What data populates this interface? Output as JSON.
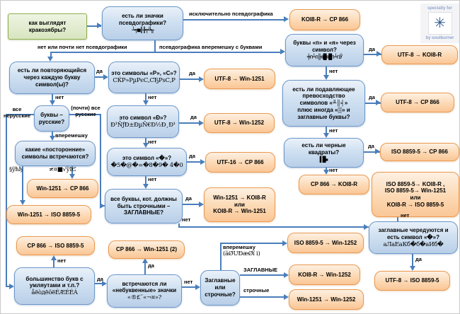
{
  "credit": {
    "top": "specially for",
    "bottom": "by soulburner",
    "blob": "✳"
  },
  "labels": {
    "yes": "да",
    "no": "нет",
    "excl": "исключительно псевдографика",
    "no_pseudo": "нет или почти нет псевдографики",
    "mixed_pseudo": "псевдографика вперемешку с буквами",
    "all_nonrussian": [
      "все",
      "нерусские"
    ],
    "almost_russian": [
      "(почти) все",
      "русские"
    ],
    "mixed": "вперемешку",
    "ex_left": "§ÿћђ",
    "ex_right": "≠¤■√ÿІЄ",
    "mixed_case": [
      "вперемешку",
      "(äØUÐæØï i)"
    ],
    "uppercase": "ЗАГЛАВНЫЕ",
    "lowercase": "строчные"
  },
  "nodes": {
    "start": {
      "l1": "как выглядят",
      "l2": "кракозябры?"
    },
    "q_pseudo": {
      "l1": "есть ли значки",
      "l2": "псевдографики?",
      "g": "┴╤■╟╫╤╚╥"
    },
    "q_pya": {
      "l1": "буквы «п» и «я» через",
      "l2": "символ?",
      "g": "╪п┴п╟я█я█п┴пЎ"
    },
    "q_dominance": {
      "l1": "есть ли подавляющее",
      "l2": "превосходство",
      "l3": "символов «╨║╡»",
      "l4": "плюс иногда «▒» и",
      "l5": "заглавные буквы?"
    },
    "q_blacksq": {
      "l1": "есть ли черные",
      "l2": "квадраты?",
      "g": "▌█▪"
    },
    "q_alternate": {
      "l1": "заглавные чередуются и",
      "l2": "есть символ «�»?",
      "m": "аЛаЕаКб�б�аИб�"
    },
    "q_repeat": {
      "l1": "есть ли повторяющийся",
      "l2": "через каждую букву",
      "l3": "символ(ы)?"
    },
    "q_rc": {
      "l1": "это символы «Р», «С»?",
      "m": "СЌР»РµРєС‚СЂРѕС‚Р"
    },
    "q_d": {
      "l1": "это символ «Ð»?",
      "m": "Ð¹ÑƒÐ±ÐµÑ€Ð½Ð¸Ð¹"
    },
    "q_diamond": {
      "l1": "это символ «�»?",
      "m": "�5�@�=�8�9� 4�0"
    },
    "q_russian": {
      "l1": "буквы –",
      "l2": "русские?"
    },
    "q_foreign": {
      "l1": "какие «посторонние»",
      "l2": "символы встречаются?"
    },
    "q_upper": {
      "l1": "все буквы, кот. должны",
      "l2": "быть строчными –",
      "l3": "ЗАГЛАВНЫЕ?"
    },
    "q_umlaut": {
      "l1": "большинство букв с",
      "l2": "умляутами и т.п.?",
      "m": "åёòдёöёÉÆÉÉÁ"
    },
    "q_nonletter": {
      "l1": "встречаются ли",
      "l2": "«небуквенные» значки",
      "m": "«®£¨«¬¤»?"
    },
    "q_case": {
      "l1": "Заглавные",
      "l2": "или",
      "l3": "строчные?"
    }
  },
  "results": {
    "r1": "KOI8-R → CP 866",
    "r2": "UTF-8 → KOI8-R",
    "r3": "UTF-8 → CP 866",
    "r4": "ISO 8859-5 → CP 866",
    "r5": "CP 866 → KOI8-R",
    "r6": {
      "l1": "ISO 8859-5→ KOI8-R ,",
      "l2": "ISO 8859-5→ Win-1251",
      "l3": "или",
      "l4": "KOI8-R → ISO 8859-5"
    },
    "r7": "UTF-8 → ISO 8859-5",
    "r8": "UTF-8 → Win-1251",
    "r9": "UTF-8 → Win-1252",
    "r10": "UTF-16 → CP 866",
    "r11": "Win-1251 → CP 866",
    "r12": "Win-1251 → ISO 8859-5",
    "r13": {
      "l1": "Win-1251 → KOI8-R",
      "l2": "или",
      "l3": "KOI8-R → Win-1251"
    },
    "r14": "CP 866 → ISO 8859-5",
    "r15": "CP 866 → Win-1251 (2)",
    "r16": "ISO 8859-5 → Win-1252",
    "r17": "KOI8-R → Win-1252",
    "r18": "Win-1251 → Win-1252"
  },
  "colors": {
    "line": "#4a7ebb",
    "question_border": "#6c96c8",
    "result_border": "#eb9950",
    "start_border": "#8fae4d"
  }
}
